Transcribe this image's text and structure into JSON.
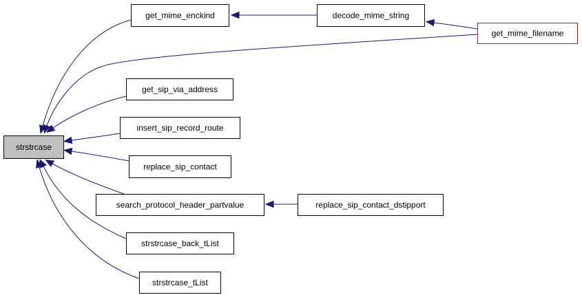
{
  "colors": {
    "edge": "#191970",
    "node_border": "#000000",
    "focus_fill": "#bfbfbf",
    "external_border": "#ff0000",
    "node_fill": "#ffffff"
  },
  "nodes": {
    "strstrcase": {
      "label": "strstrcase",
      "role": "focus"
    },
    "get_mime_enckind": {
      "label": "get_mime_enckind",
      "role": "normal"
    },
    "decode_mime_string": {
      "label": "decode_mime_string",
      "role": "normal"
    },
    "get_mime_filename": {
      "label": "get_mime_filename",
      "role": "external"
    },
    "get_sip_via_address": {
      "label": "get_sip_via_address",
      "role": "normal"
    },
    "insert_sip_record_route": {
      "label": "insert_sip_record_route",
      "role": "normal"
    },
    "replace_sip_contact": {
      "label": "replace_sip_contact",
      "role": "normal"
    },
    "search_protocol_header_partvalue": {
      "label": "search_protocol_header_partvalue",
      "role": "normal"
    },
    "replace_sip_contact_dstipport": {
      "label": "replace_sip_contact_dstipport",
      "role": "normal"
    },
    "strstrcase_back_tList": {
      "label": "strstrcase_back_tList",
      "role": "normal"
    },
    "strstrcase_tList": {
      "label": "strstrcase_tList",
      "role": "normal"
    }
  },
  "edges": [
    {
      "from": "get_mime_enckind",
      "to": "strstrcase"
    },
    {
      "from": "get_mime_filename",
      "to": "strstrcase"
    },
    {
      "from": "get_sip_via_address",
      "to": "strstrcase"
    },
    {
      "from": "insert_sip_record_route",
      "to": "strstrcase"
    },
    {
      "from": "replace_sip_contact",
      "to": "strstrcase"
    },
    {
      "from": "search_protocol_header_partvalue",
      "to": "strstrcase"
    },
    {
      "from": "strstrcase_back_tList",
      "to": "strstrcase"
    },
    {
      "from": "strstrcase_tList",
      "to": "strstrcase"
    },
    {
      "from": "decode_mime_string",
      "to": "get_mime_enckind"
    },
    {
      "from": "get_mime_filename",
      "to": "decode_mime_string"
    },
    {
      "from": "replace_sip_contact_dstipport",
      "to": "search_protocol_header_partvalue"
    }
  ]
}
